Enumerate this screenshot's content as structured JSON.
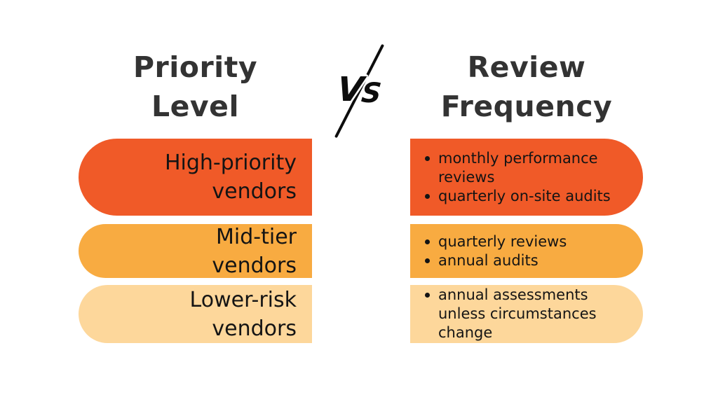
{
  "title": "Priority Level vs Review Frequency",
  "headers": {
    "left": {
      "lines": [
        "Priority",
        "Level"
      ]
    },
    "right": {
      "lines": [
        "Review",
        "Frequency"
      ]
    },
    "vs": {
      "v": "V",
      "s": "S"
    }
  },
  "colors": {
    "background": "#ffffff",
    "heading_text": "#333333",
    "body_text": "#141414",
    "vs_text": "#0d0d0d",
    "row_high": "#F05A28",
    "row_mid": "#F8AB41",
    "row_low": "#FDD79B"
  },
  "rows": [
    {
      "priority": "High-priority vendors",
      "frequency": [
        "monthly performance reviews",
        "quarterly on-site audits"
      ]
    },
    {
      "priority": "Mid-tier vendors",
      "frequency": [
        "quarterly reviews",
        "annual audits"
      ]
    },
    {
      "priority": "Lower-risk vendors",
      "frequency": [
        "annual assessments unless circumstances change"
      ]
    }
  ]
}
